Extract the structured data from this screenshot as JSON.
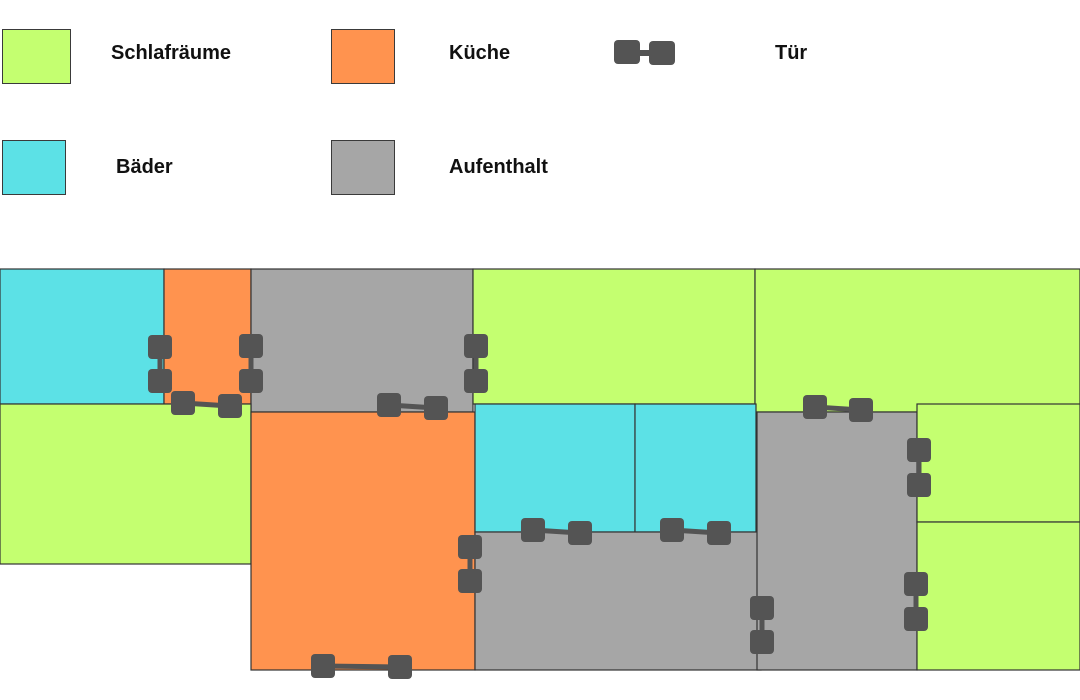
{
  "colors": {
    "bedroom": "#c4ff70",
    "kitchen": "#ff934f",
    "bath": "#5ce1e6",
    "living": "#a6a6a6",
    "door": "#545454",
    "wall": "#333333"
  },
  "legend": {
    "bedroom": "Schlafräume",
    "kitchen": "Küche",
    "door": "Tür",
    "bath": "Bäder",
    "living": "Aufenthalt"
  }
}
